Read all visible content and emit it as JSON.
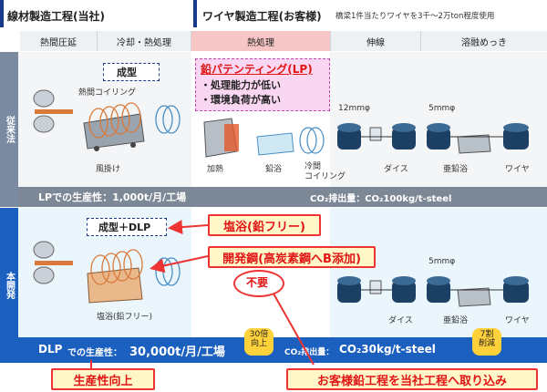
{
  "header": {
    "left_title": "線材製造工程(当社)",
    "right_title": "ワイヤ製造工程(お客様)",
    "right_note": "橋梁1件当たりワイヤを3千～2万ton程度使用"
  },
  "columns": [
    "熱間圧延",
    "冷却・熱処理",
    "熱処理",
    "伸線",
    "溶融めっき"
  ],
  "conventional": {
    "band_label": "従来法",
    "process_box": "成型",
    "coil_label": "熱間コイリング",
    "fan_label": "風掛け",
    "lp_box": {
      "title": "鉛パテンティング(LP)",
      "line1": "・処理能力が低い",
      "line2": "・環境負荷が高い"
    },
    "heat_labels": [
      "加熱",
      "鉛浴",
      "冷間\nコイリング"
    ],
    "drawing_size": "12mmφ",
    "drawing_label": "ダイス",
    "plating_size": "5mmφ",
    "plating_labels": [
      "亜鉛浴",
      "ワイヤ"
    ],
    "productivity": "LPでの生産性：1,000t/月/工場",
    "co2": "CO₂排出量：CO₂100kg/t-steel"
  },
  "development": {
    "band_label": "本開発",
    "process_box": "成型＋DLP",
    "bath_label": "塩浴(鉛フリー)",
    "none_label": "不要",
    "drawing_label": "ダイス",
    "plating_size": "5mmφ",
    "plating_labels": [
      "亜鉛浴",
      "ワイヤ"
    ],
    "productivity_prefix": "DLP",
    "productivity_mid": "での生産性：",
    "productivity_value": "30,000t/月/工場",
    "badge_productivity": "30倍\n向上",
    "co2_prefix": "CO₂排出量：",
    "co2_value": "CO₂30kg/t-steel",
    "badge_co2": "7割\n削減"
  },
  "callouts": {
    "salt_bath": "塩浴(鉛フリー)",
    "new_steel": "開発鋼(高炭素鋼へB添加)",
    "productivity": "生産性向上",
    "integration": "お客様鉛工程を当社工程へ取り込み"
  },
  "colors": {
    "navy": "#1b3a8c",
    "band_blue": "#2e66c6",
    "red": "#e33333",
    "yellow": "#ffd23c"
  }
}
